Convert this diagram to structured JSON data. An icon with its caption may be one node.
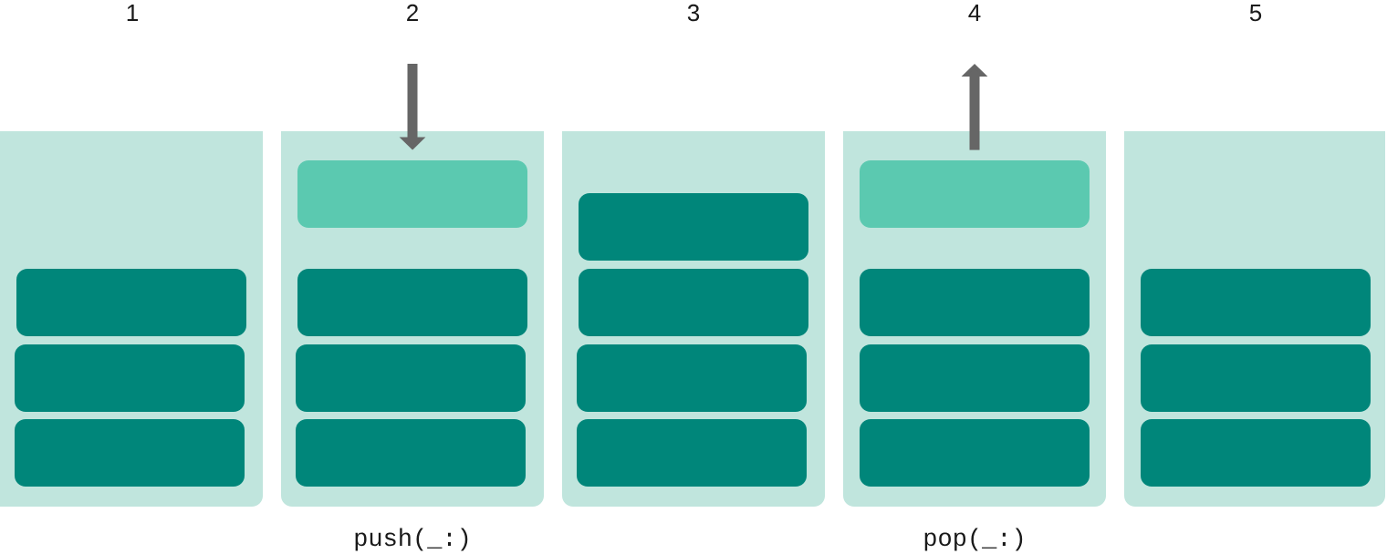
{
  "diagram": {
    "nodes": [
      {
        "text": [],
        "shape": "box"
      },
      {
        "text": [],
        "shape": "box",
        "in": 0
      },
      {
        "text": [],
        "shape": "box",
        "in": 0
      },
      {
        "text": [],
        "shape": "box",
        "in": 0
      },
      {
        "text": [],
        "shape": "box",
        "beside": [
          "push(_:)"
        ]
      },
      {
        "text": [],
        "shape": "box",
        "in": 4
      },
      {
        "text": [],
        "shape": "box",
        "in": 4
      },
      {
        "text": [],
        "shape": "box",
        "in": 4
      },
      {
        "text": [],
        "shape": "box",
        "in": 4
      },
      {
        "text": [],
        "shape": "box"
      },
      {
        "text": [],
        "shape": "box",
        "in": 9
      },
      {
        "text": [],
        "shape": "box",
        "in": 9
      },
      {
        "text": [],
        "shape": "box",
        "in": 9
      },
      {
        "text": [],
        "shape": "box",
        "in": 9
      },
      {
        "text": [],
        "shape": "box",
        "beside": [
          "pop(_:)"
        ]
      },
      {
        "text": [],
        "shape": "box",
        "in": 14
      },
      {
        "text": [],
        "shape": "box",
        "in": 14
      },
      {
        "text": [],
        "shape": "box",
        "in": 14
      },
      {
        "text": [],
        "shape": "box",
        "in": 14
      },
      {
        "text": [],
        "shape": "box"
      },
      {
        "text": [],
        "shape": "box",
        "in": 19
      },
      {
        "text": [],
        "shape": "box",
        "in": 19
      },
      {
        "text": [],
        "shape": "box",
        "in": 19
      }
    ],
    "edges": [
      {
        "from": null,
        "to": 5,
        "arrow": "to"
      },
      {
        "from": 15,
        "to": null,
        "arrow": "to"
      }
    ],
    "labels": [
      "1",
      "2",
      "3",
      "4",
      "5"
    ]
  }
}
